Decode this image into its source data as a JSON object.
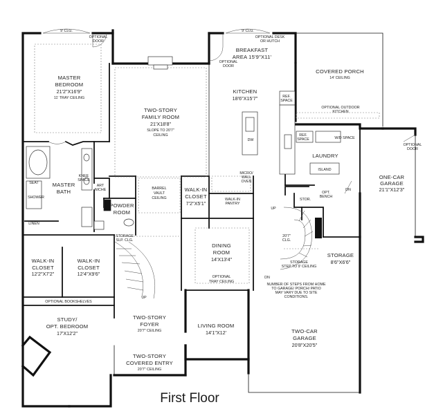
{
  "plan": {
    "title": "First Floor",
    "rooms": {
      "master_bedroom": {
        "name": [
          "MASTER",
          "BEDROOM"
        ],
        "dims": "21'2\"X16'9\"",
        "note": "11' TRAY CEILING"
      },
      "family_room": {
        "name": [
          "TWO-STORY",
          "FAMILY ROOM"
        ],
        "dims": "21'X18'8\"",
        "note": [
          "SLOPE TO 20'7\"",
          "CEILING"
        ]
      },
      "breakfast": {
        "name": [
          "BREAKFAST",
          "AREA 15'9\"X11'"
        ]
      },
      "covered_porch": {
        "name": "COVERED PORCH",
        "note": "14' CEILING"
      },
      "kitchen": {
        "name": "KITCHEN",
        "dims": "18'6\"X15'7\""
      },
      "laundry": {
        "name": "LAUNDRY"
      },
      "one_car_garage": {
        "name": [
          "ONE-CAR",
          "GARAGE"
        ],
        "dims": "21'1\"X12'3\""
      },
      "master_bath": {
        "name": [
          "MASTER",
          "BATH"
        ]
      },
      "powder_room": {
        "name": [
          "POWDER",
          "ROOM"
        ]
      },
      "walkin_closet_small": {
        "name": [
          "WALK-IN",
          "CLOSET"
        ],
        "dims": "7'2\"X5'1\""
      },
      "walkin_closet_1": {
        "name": [
          "WALK-IN",
          "CLOSET"
        ],
        "dims": "12'2\"X7'2\""
      },
      "walkin_closet_2": {
        "name": [
          "WALK-IN",
          "CLOSET"
        ],
        "dims": "12'4\"X9'6\""
      },
      "dining_room": {
        "name": [
          "DINING",
          "ROOM"
        ],
        "dims": "14'X13'4\"",
        "note": [
          "OPTIONAL",
          "TRAY CEILING"
        ]
      },
      "storage": {
        "name": "STORAGE",
        "dims": "8'6\"X6'6\""
      },
      "study": {
        "name": [
          "STUDY/",
          "OPT. BEDROOM"
        ],
        "dims": "17'X12'2\""
      },
      "foyer": {
        "name": [
          "TWO-STORY",
          "FOYER"
        ],
        "note": "20'7\" CEILING"
      },
      "living_room": {
        "name": "LIVING ROOM",
        "dims": "14'1\"X12'"
      },
      "two_car_garage": {
        "name": [
          "TWO-CAR",
          "GARAGE"
        ],
        "dims": "20'8\"X20'5\""
      },
      "covered_entry": {
        "name": [
          "TWO-STORY",
          "COVERED ENTRY"
        ],
        "note": "20'7\" CEILING"
      }
    },
    "notes": {
      "clg_9_left": "9' CLG.",
      "clg_9_right": "9' CLG.",
      "optional_door_bedroom": [
        "OPTIONAL",
        "DOOR"
      ],
      "optional_desk": [
        "OPTIONAL DESK",
        "OR HUTCH"
      ],
      "optional_door_breakfast": [
        "OPTIONAL",
        "DOOR"
      ],
      "ref_space_kitchen": [
        "REF.",
        "SPACE"
      ],
      "optional_outdoor_kitchen": [
        "OPTIONAL OUTDOOR",
        "KITCHEN"
      ],
      "dw": "DW",
      "ref_space_laundry": [
        "REF.",
        "SPACE"
      ],
      "wd_space": "W/D SPACE",
      "island": "ISLAND",
      "optional_door_garage": [
        "OPTIONAL",
        "DOOR"
      ],
      "micro_wall_oven": [
        "MICRO/",
        "WALL",
        "OVEN"
      ],
      "walkin_pantry": [
        "WALK-IN",
        "PANTRY"
      ],
      "barrel_vault": [
        "BARREL",
        "VAULT",
        "CEILING"
      ],
      "art_niche": [
        "ART",
        "NICHE"
      ],
      "knee_space": [
        "KNEE",
        "SPACE"
      ],
      "seat": "SEAT",
      "shower": "SHOWER",
      "linen": "LINEN",
      "storage_slp": [
        "STORAGE",
        "SLP. CLG."
      ],
      "stor": "STOR.",
      "opt_bench": [
        "OPT.",
        "BENCH"
      ],
      "dn_laundry": "DN",
      "up_stair_right": "UP",
      "clg_20_7": [
        "20'7\"",
        "CLG."
      ],
      "storage_step": [
        "STORAGE",
        "STEP TO 9' CEILING"
      ],
      "dn_garage": "DN",
      "steps_note": [
        "NUMBER OF STEPS FROM HOME",
        "TO GARAGE/ PORCH/ PATIO",
        "MAY VARY DUE TO SITE",
        "CONDITIONS."
      ],
      "optional_bookshelves": "OPTIONAL BOOKSHELVES",
      "up_foyer": "UP"
    }
  }
}
